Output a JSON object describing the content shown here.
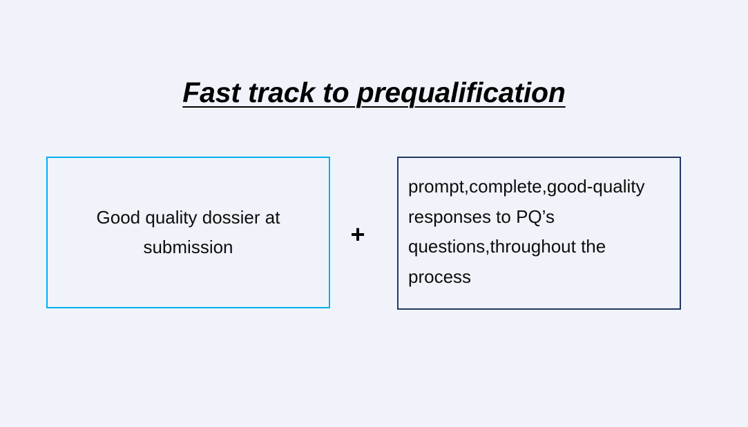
{
  "slide": {
    "background_color": "#f0f4fa",
    "title": "Fast track to prequalification",
    "operator": "+",
    "boxes": [
      {
        "id": "good-quality-dossier",
        "text": "Good quality dossier at submission",
        "border_color": "#00aeef",
        "text_align": "center"
      },
      {
        "id": "prompt-complete-responses",
        "text": "prompt,complete,good-quality responses to PQ’s questions,throughout the process",
        "border_color": "#1f3864",
        "text_align": "left"
      }
    ]
  }
}
